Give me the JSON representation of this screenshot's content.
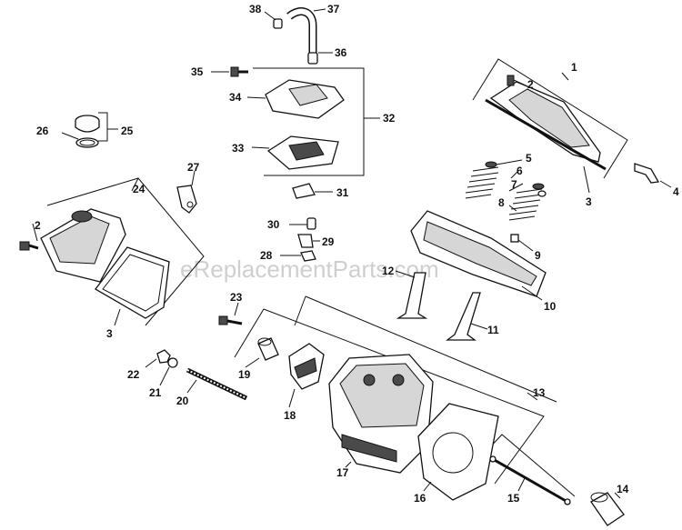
{
  "watermark": "eReplacementParts.com",
  "callouts": {
    "c1": "1",
    "c2a": "2",
    "c2b": "2",
    "c3a": "3",
    "c3b": "3",
    "c4": "4",
    "c5": "5",
    "c6": "6",
    "c7": "7",
    "c8": "8",
    "c9": "9",
    "c10": "10",
    "c11": "11",
    "c12": "12",
    "c13": "13",
    "c14": "14",
    "c15": "15",
    "c16": "16",
    "c17": "17",
    "c18": "18",
    "c19": "19",
    "c20": "20",
    "c21": "21",
    "c22": "22",
    "c23": "23",
    "c24": "24",
    "c25": "25",
    "c26": "26",
    "c27": "27",
    "c28": "28",
    "c29": "29",
    "c30": "30",
    "c31": "31",
    "c32": "32",
    "c33": "33",
    "c34": "34",
    "c35": "35",
    "c36": "36",
    "c37": "37",
    "c38": "38"
  },
  "colors": {
    "ink": "#111111",
    "shade": "#4a4a4a",
    "watermark": "#cfcfcf"
  }
}
